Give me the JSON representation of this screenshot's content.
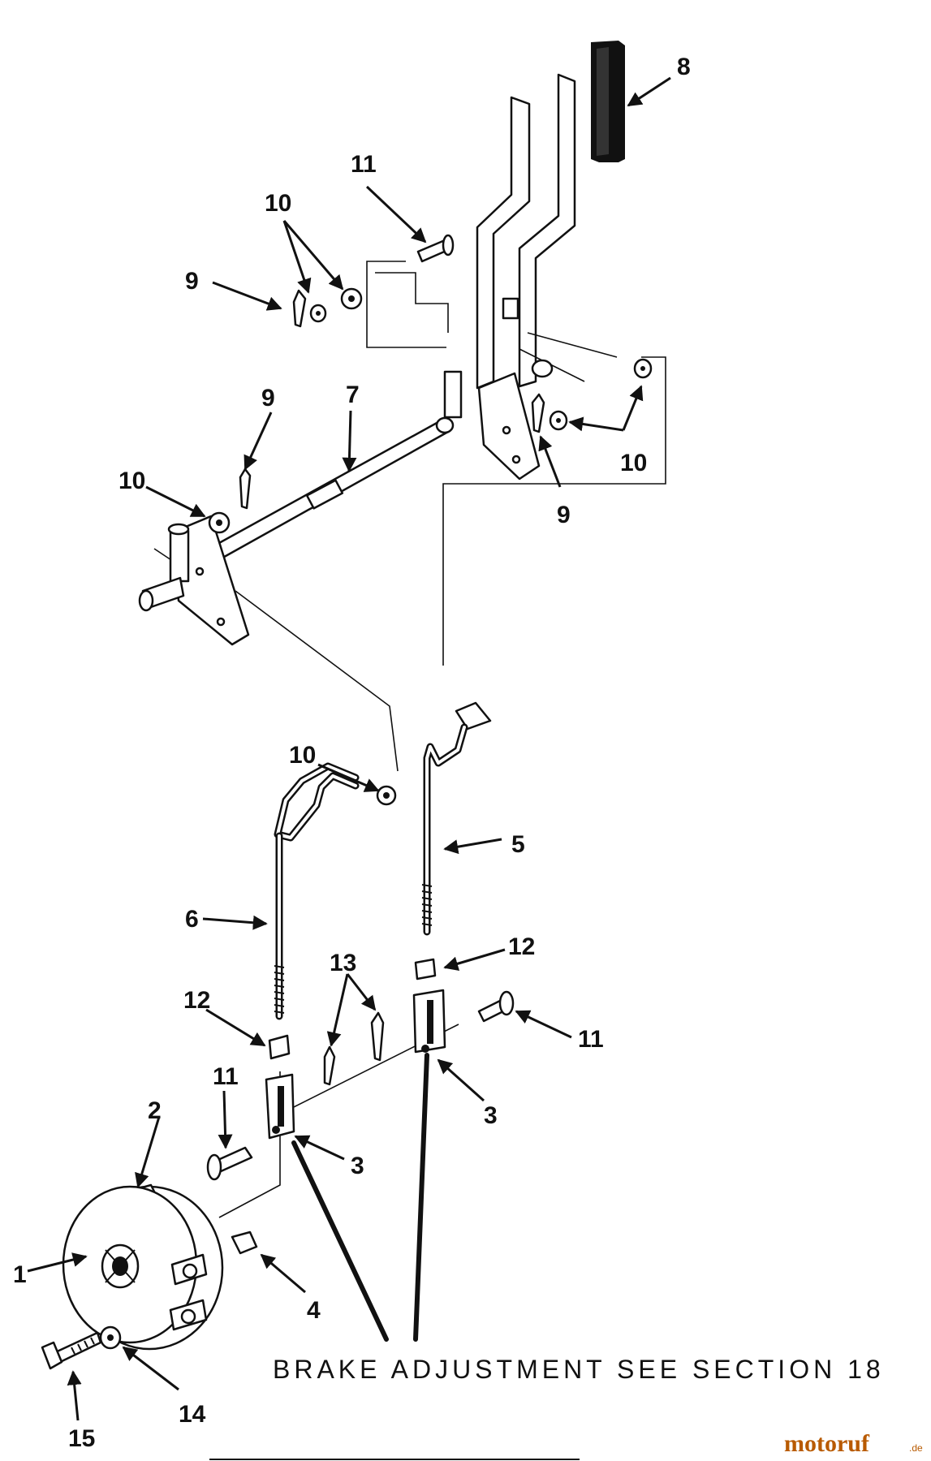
{
  "callouts": {
    "c8": "8",
    "c11_top": "11",
    "c10_top": "10",
    "c9_top": "9",
    "c9_left": "9",
    "c7": "7",
    "c10_left": "10",
    "c10_right": "10",
    "c9_right": "9",
    "c10_mid": "10",
    "c5": "5",
    "c6": "6",
    "c12_left": "12",
    "c13": "13",
    "c12_right": "12",
    "c11_right": "11",
    "c3_right": "3",
    "c11_left": "11",
    "c2": "2",
    "c3_left": "3",
    "c1": "1",
    "c4": "4",
    "c15": "15",
    "c14": "14"
  },
  "note": "BRAKE ADJUSTMENT SEE SECTION 18",
  "watermark": {
    "brand": "motoruf",
    "suffix": ".de",
    "color": "#b85a00"
  }
}
